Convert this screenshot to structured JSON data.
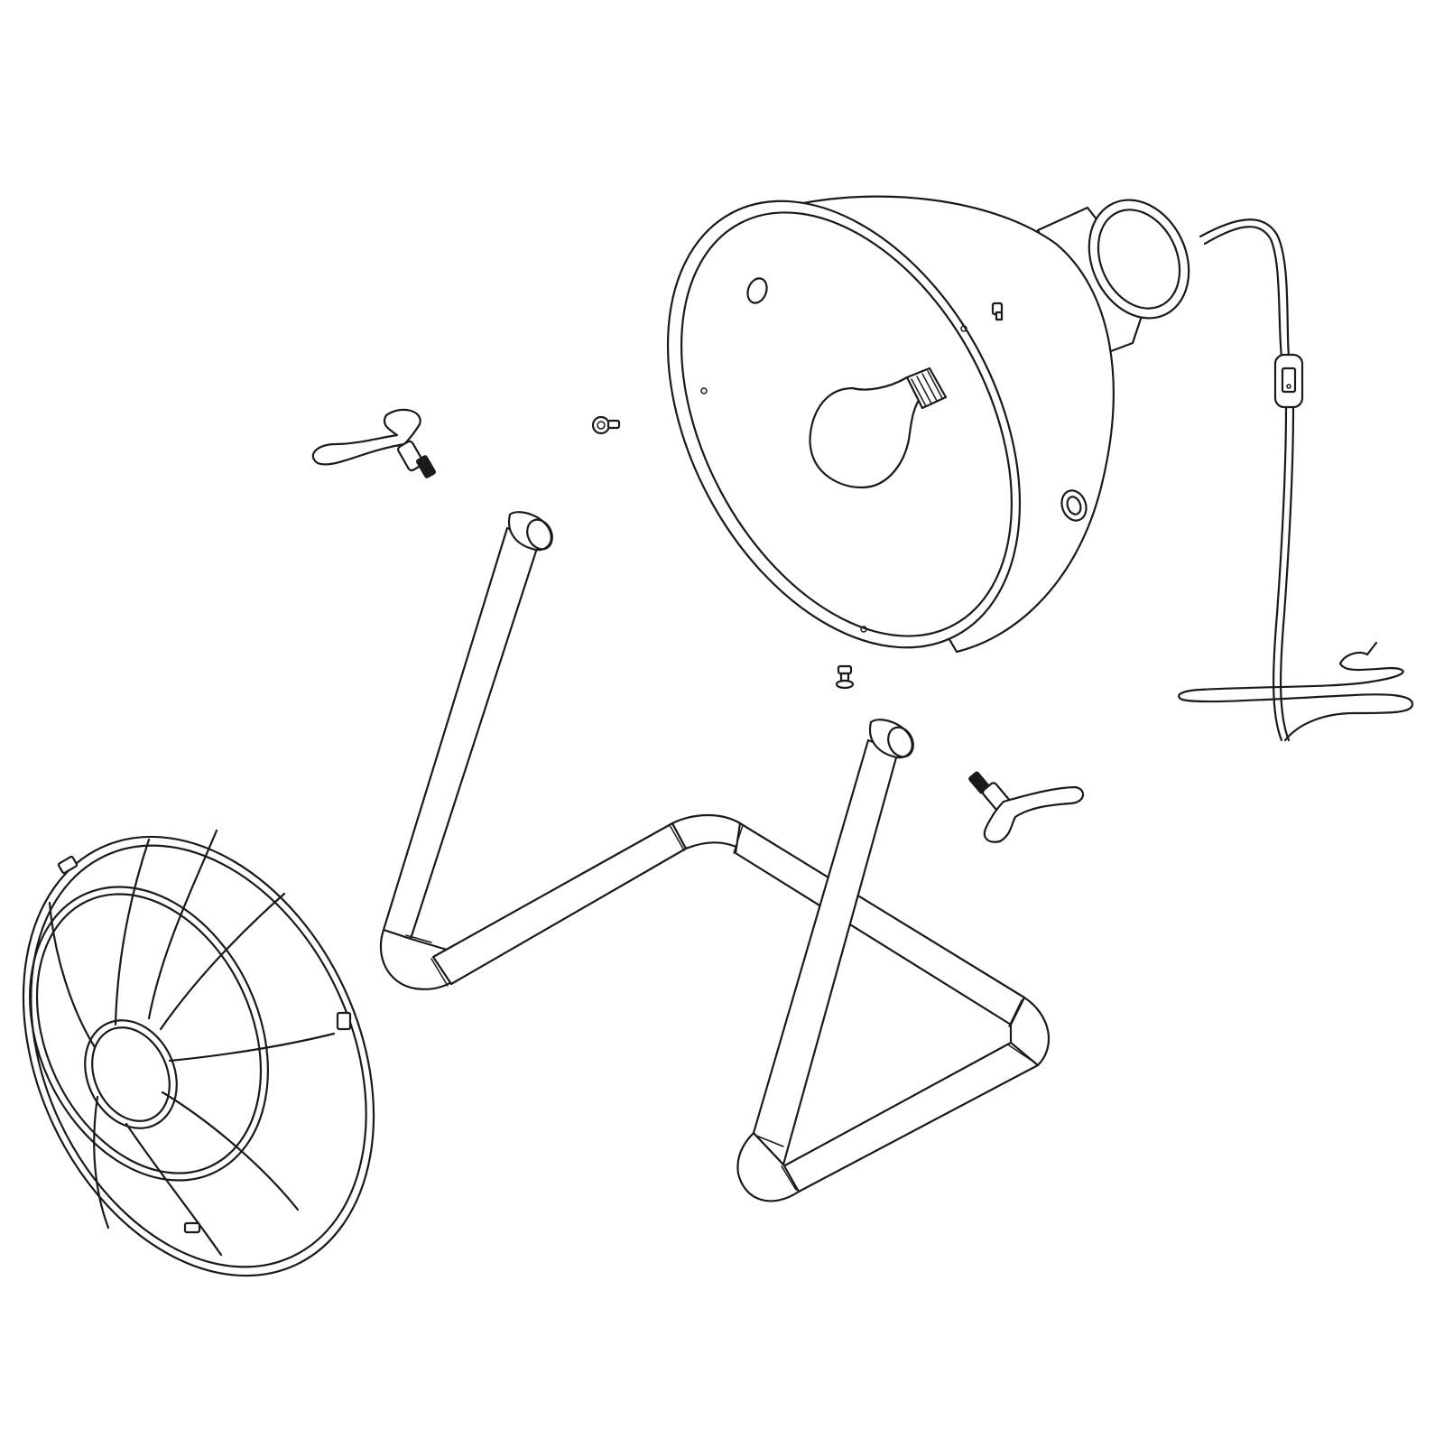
{
  "diagram": {
    "description_parts": [
      "lamp-shade",
      "light-bulb",
      "power-cord",
      "inline-switch",
      "wing-screw",
      "wing-screw",
      "small-screw",
      "small-screw",
      "small-screw",
      "tube-frame",
      "wire-cage"
    ],
    "colors": {
      "line": "#1a1a1a",
      "background": "#ffffff"
    }
  }
}
